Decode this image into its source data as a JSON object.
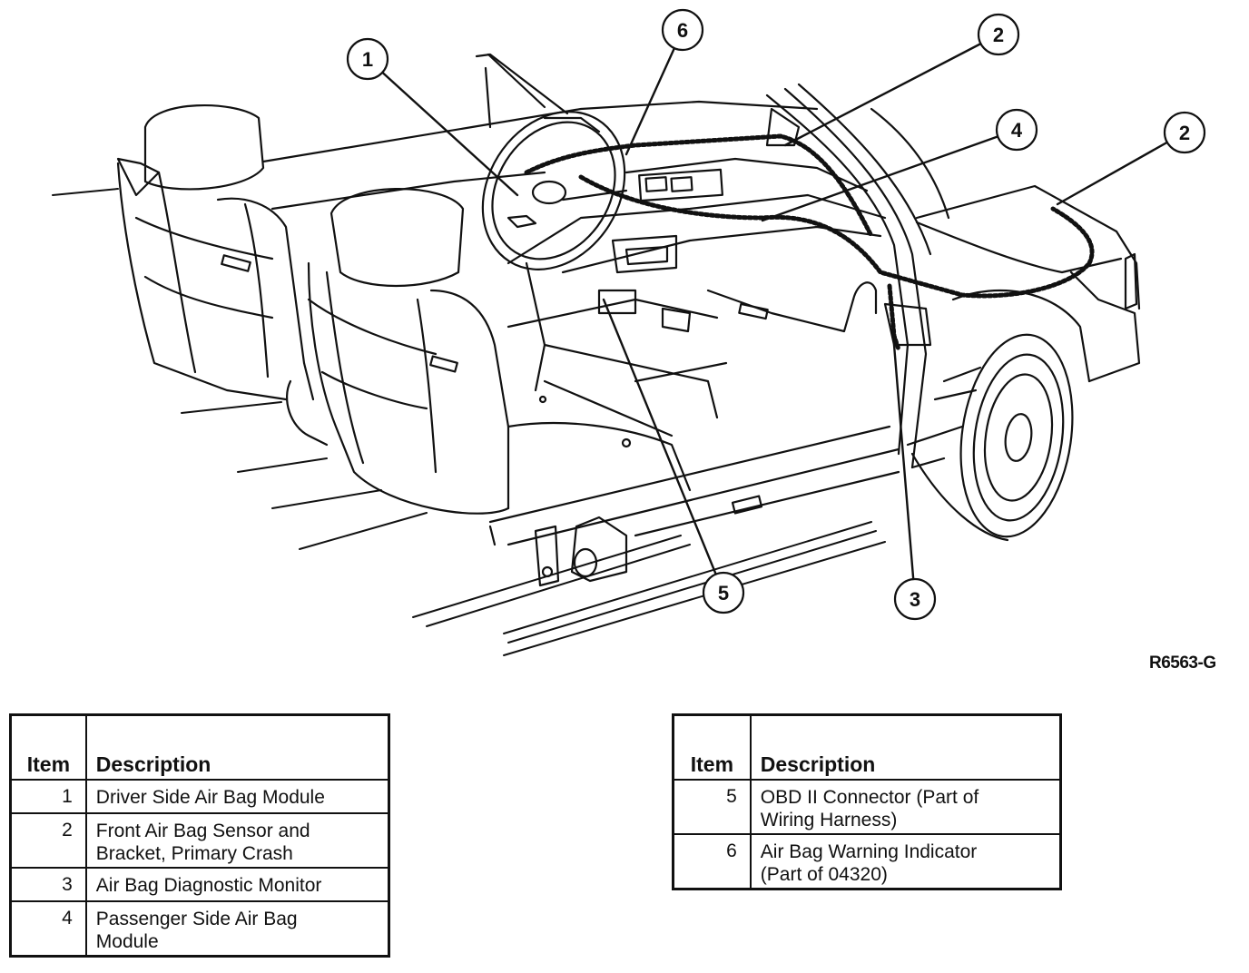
{
  "diagram": {
    "figure_id": "R6563-G",
    "callouts": [
      "1",
      "6",
      "2",
      "4",
      "2",
      "5",
      "3"
    ]
  },
  "legend_left": {
    "headers": {
      "item": "Item",
      "description": "Description"
    },
    "rows": [
      {
        "item": "1",
        "description_lines": [
          "Driver Side Air Bag Module"
        ]
      },
      {
        "item": "2",
        "description_lines": [
          "Front Air Bag Sensor and",
          "Bracket, Primary Crash"
        ]
      },
      {
        "item": "3",
        "description_lines": [
          "Air Bag Diagnostic Monitor"
        ]
      },
      {
        "item": "4",
        "description_lines": [
          "Passenger Side Air Bag",
          "Module"
        ]
      }
    ]
  },
  "legend_right": {
    "headers": {
      "item": "Item",
      "description": "Description"
    },
    "rows": [
      {
        "item": "5",
        "description_lines": [
          "OBD II Connector (Part of",
          "Wiring Harness)"
        ]
      },
      {
        "item": "6",
        "description_lines": [
          "Air Bag Warning Indicator",
          "(Part of 04320)"
        ]
      }
    ]
  }
}
